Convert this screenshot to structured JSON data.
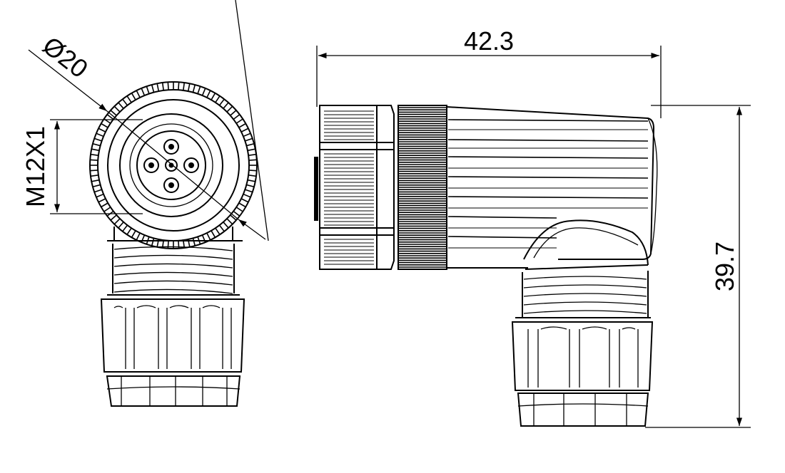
{
  "dimensions": {
    "diameter": "Ø20",
    "thread": "M12X1",
    "length": "42.3",
    "height": "39.7"
  },
  "colors": {
    "line": "#000000",
    "background": "#ffffff"
  }
}
